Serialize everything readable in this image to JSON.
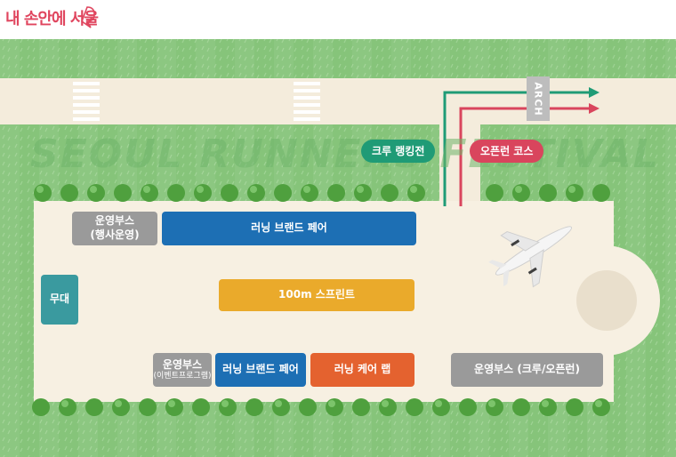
{
  "logo": {
    "text": "내 손안에 서울"
  },
  "watermark": {
    "text": "SEOUL RUNNERS FESTIVAL"
  },
  "arch": {
    "label": "ARCH"
  },
  "bubbles": {
    "crew": "크루 랭킹전",
    "open": "오픈런 코스"
  },
  "booths": {
    "ops_admin": {
      "line1": "운영부스",
      "line2": "(행사운영)"
    },
    "brand_fair_top": "러닝 브랜드 페어",
    "stage": "무대",
    "sprint": "100m 스프린트",
    "ops_event": {
      "line1": "운영부스",
      "line2": "(이벤트프로그램)"
    },
    "brand_fair_bottom": "러닝 브랜드 페어",
    "care_lab": "러닝 케어 랩",
    "ops_crew": "운영부스 (크루/오픈런)"
  },
  "colors": {
    "grass": "#86c47a",
    "grass_stripe": "#7dbd71",
    "path": "#f4ecdc",
    "plaza": "#f7f0e2",
    "green_route": "#1f9b76",
    "pink_route": "#d9455d",
    "tree": "#4fa03e"
  },
  "icons": [
    "airplane-icon",
    "tree-icon",
    "arrow-right-icon",
    "speech-bubble-icon"
  ]
}
